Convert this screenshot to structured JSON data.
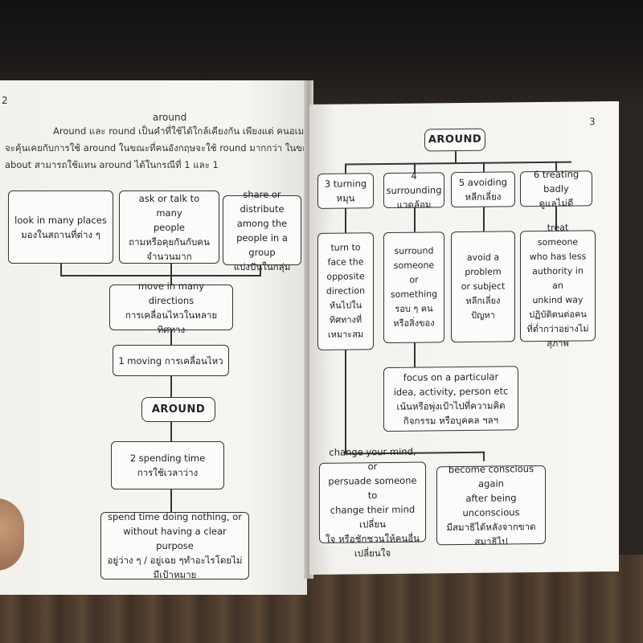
{
  "left_page": {
    "page_number": "2",
    "heading": "around",
    "intro_lines": [
      "Around และ round เป็นคำที่ใช้ได้ใกล้เคียงกัน เพียงแต่ คนอเมริกัน",
      "จะคุ้นเคยกับการใช้ around ในขณะที่คนอังกฤษจะใช้ round มากกว่า ในขณะที่",
      "about สามารถใช้แทน around ได้ในกรณีที่ 1 และ 1"
    ],
    "boxes": {
      "look": "look in many places\nมองในสถานที่ต่าง ๆ",
      "ask": "ask or talk to many\npeople\nถามหรือคุยกันกับคน\nจำนวนมาก",
      "share": "share or\ndistribute among the\npeople in a group\nแบ่งปันในกลุ่ม",
      "move": "move in many directions\nการเคลื่อนไหวในหลายทิศทาง",
      "moving": "1  moving การเคลื่อนไหว",
      "around": "AROUND",
      "spending": "2  spending time\nการใช้เวลาว่าง",
      "spend": "spend time doing nothing, or\nwithout having a clear purpose\nอยู่ว่าง ๆ / อยู่เฉย ๆทำอะไรโดยไม่\nมีเป้าหมาย"
    }
  },
  "right_page": {
    "page_number": "3",
    "boxes": {
      "around": "AROUND",
      "turning": "3 turning\nหมุน",
      "surrounding": "4 surrounding\nแวดล้อม",
      "avoiding": "5 avoiding\nหลีกเลี่ยง",
      "treating": "6 treating badly\nดูแลไม่ดี",
      "turn_def": "turn to\nface the\nopposite\ndirection\nหันไปใน\nทิศทางที่\nเหมาะสม",
      "surround_def": "surround\nsomeone or\nsomething\nรอบ ๆ คน\nหรือสิ่งของ",
      "avoid_def": "avoid a\nproblem\nor subject\nหลีกเลี่ยง\nปัญหา",
      "treat_def": "treat someone\nwho has  less\nauthority in an\nunkind way\nปฏิบัติตนต่อคน\nที่ต่ำกว่าอย่างไม่\nสุภาพ",
      "focus": "focus on a particular\nidea, activity, person etc\nเน้นหรือพุ่งเป้าไปที่ความคิด\nกิจกรรม หรือบุคคล ฯลฯ",
      "change": "change your mind, or\npersuade someone to\nchange their mind เปลี่ยน\nใจ หรือชักชวนให้คนอื่น\nเปลี่ยนใจ",
      "conscious": "become conscious again\nafter being unconscious\nมีสมาธิได้หลังจากขาด\nสมาธิไป"
    }
  }
}
